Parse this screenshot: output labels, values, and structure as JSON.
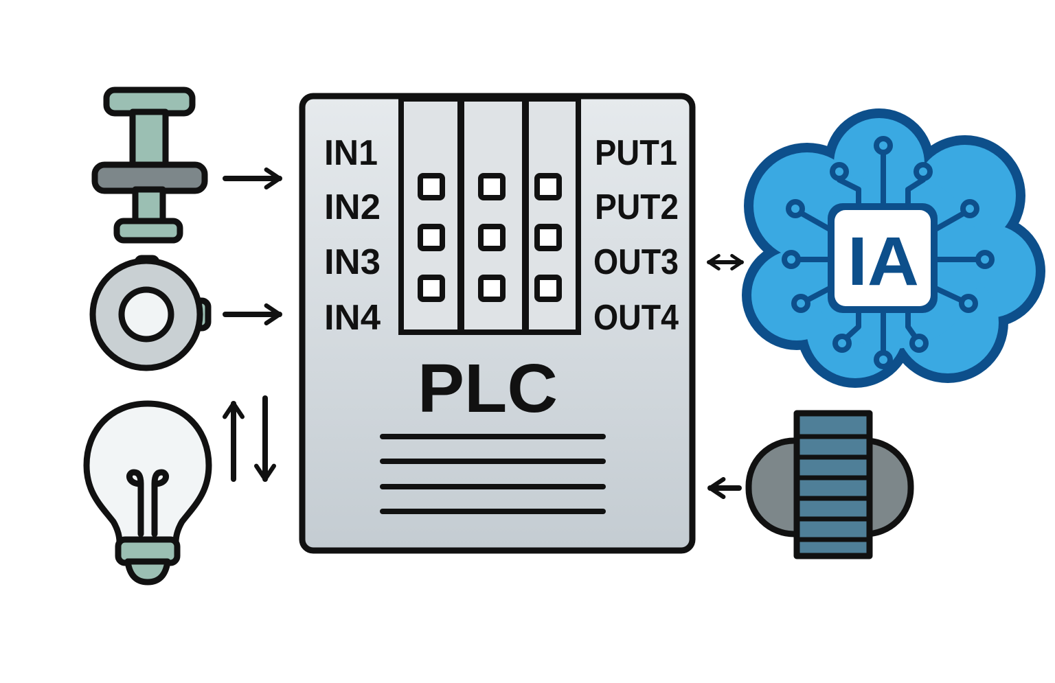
{
  "plc": {
    "title": "PLC",
    "inputs": [
      "IN1",
      "IN2",
      "IN3",
      "IN4"
    ],
    "outputs": [
      "PUT1",
      "PUT2",
      "OUT3",
      "OUT4"
    ]
  },
  "ai": {
    "label": "IA"
  },
  "devices": {
    "left": [
      "valve-icon",
      "flow-meter-icon",
      "light-bulb-icon"
    ],
    "right": [
      "ai-cloud-icon",
      "electric-motor-icon"
    ]
  },
  "colors": {
    "outline": "#111111",
    "plc_fill": "#d3d9de",
    "device_green": "#9bbfb3",
    "device_gray": "#7d878a",
    "cloud_blue": "#3aa9e2",
    "cloud_outline": "#0d4f8b",
    "motor_blue": "#4f7f98"
  }
}
